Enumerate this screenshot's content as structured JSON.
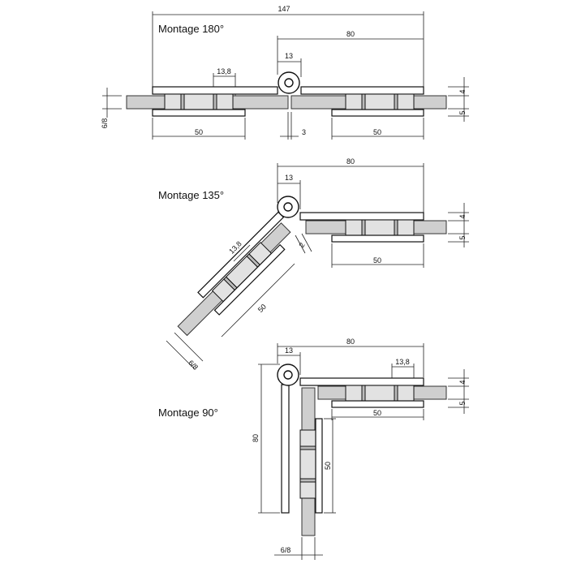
{
  "titles": {
    "t180": "Montage 180°",
    "t135": "Montage 135°",
    "t90": "Montage 90°"
  },
  "dims": {
    "d147": "147",
    "d80": "80",
    "d13": "13",
    "d138": "13,8",
    "d50": "50",
    "d3": "3",
    "d4": "4",
    "d5": "5",
    "d68": "6/8"
  }
}
